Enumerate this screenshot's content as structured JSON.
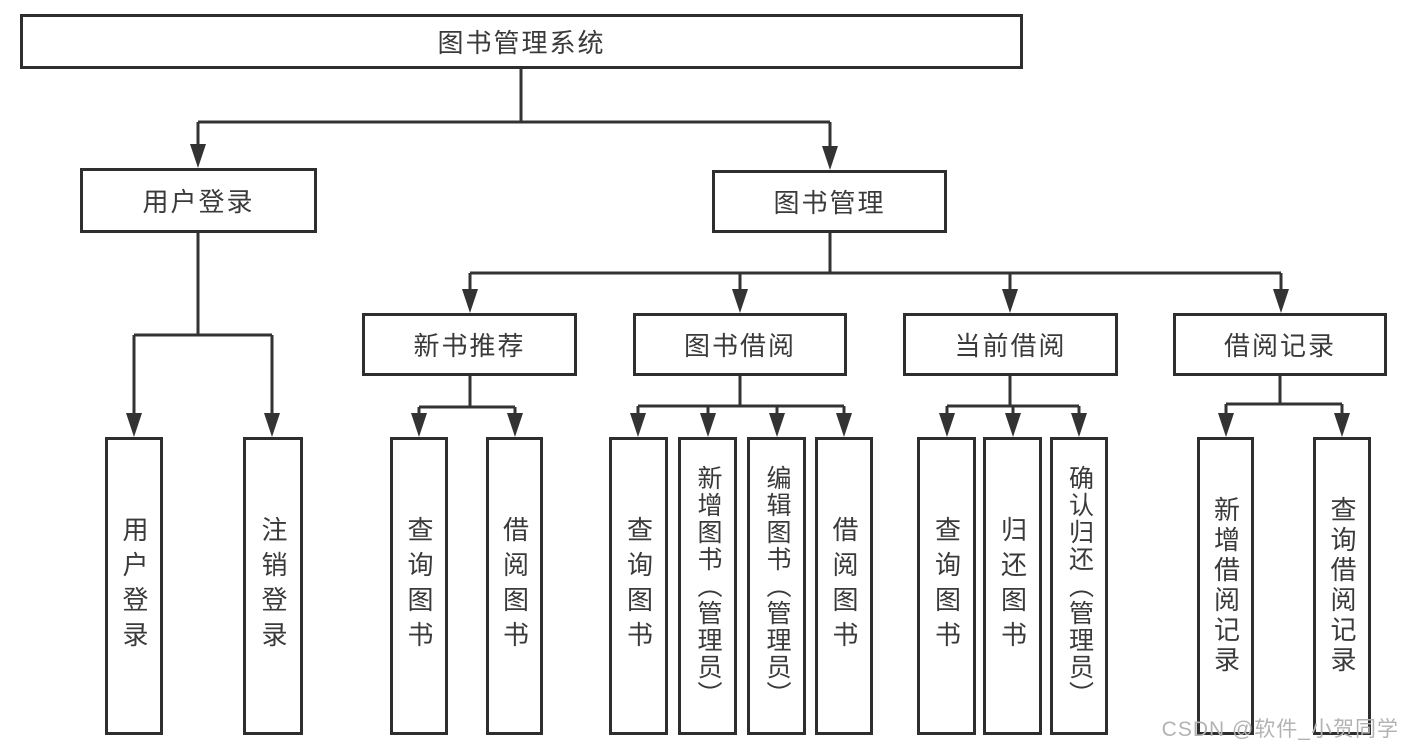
{
  "tree": {
    "root": {
      "label": "图书管理系统"
    },
    "branches": [
      {
        "label": "用户登录",
        "children": [
          {
            "label": "用户登录"
          },
          {
            "label": "注销登录"
          }
        ]
      },
      {
        "label": "图书管理",
        "children": [
          {
            "label": "新书推荐",
            "children": [
              {
                "label": "查询图书"
              },
              {
                "label": "借阅图书"
              }
            ]
          },
          {
            "label": "图书借阅",
            "children": [
              {
                "label": "查询图书"
              },
              {
                "label": "新增图书（管理员）"
              },
              {
                "label": "编辑图书（管理员）"
              },
              {
                "label": "借阅图书"
              }
            ]
          },
          {
            "label": "当前借阅",
            "children": [
              {
                "label": "查询图书"
              },
              {
                "label": "归还图书"
              },
              {
                "label": "确认归还（管理员）"
              }
            ]
          },
          {
            "label": "借阅记录",
            "children": [
              {
                "label": "新增借阅记录"
              },
              {
                "label": "查询借阅记录"
              }
            ]
          }
        ]
      }
    ]
  },
  "watermark": {
    "text": "CSDN @软件_小贺同学"
  },
  "colors": {
    "line": "#333333",
    "box_border": "#2e2e2e",
    "box_fill": "#ffffff",
    "text": "#3a3a3a",
    "watermark": "#b3b3b3"
  }
}
